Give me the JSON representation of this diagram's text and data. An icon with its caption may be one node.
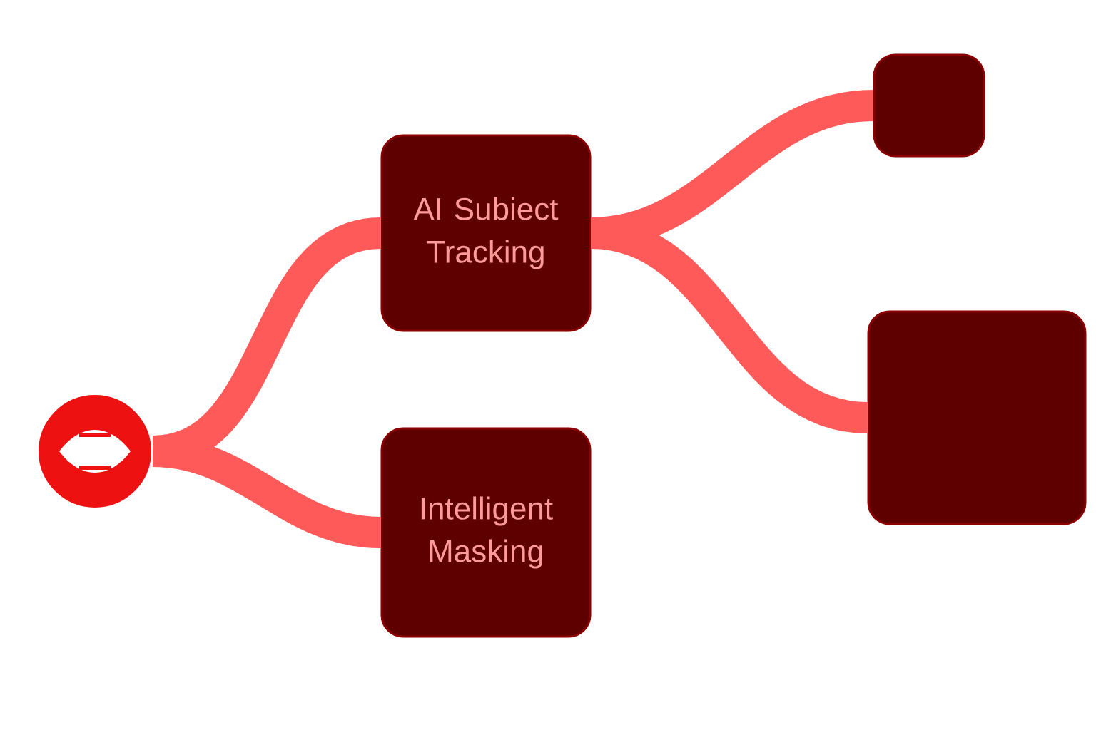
{
  "diagram": {
    "nodes": [
      {
        "text": [],
        "shape": "circle"
      },
      {
        "text": [
          "AI Subiect Tracking"
        ]
      },
      {
        "text": [
          "Intelligent Masking"
        ]
      },
      {
        "text": [],
        "shape": "box"
      },
      {
        "text": [],
        "shape": "box"
      }
    ],
    "edges": [
      {
        "from": 0,
        "to": 1,
        "arrow": "none"
      },
      {
        "from": 0,
        "to": 2,
        "arrow": "none"
      },
      {
        "from": 1,
        "to": 3,
        "arrow": "none"
      },
      {
        "from": 1,
        "to": 4,
        "arrow": "none"
      }
    ]
  }
}
